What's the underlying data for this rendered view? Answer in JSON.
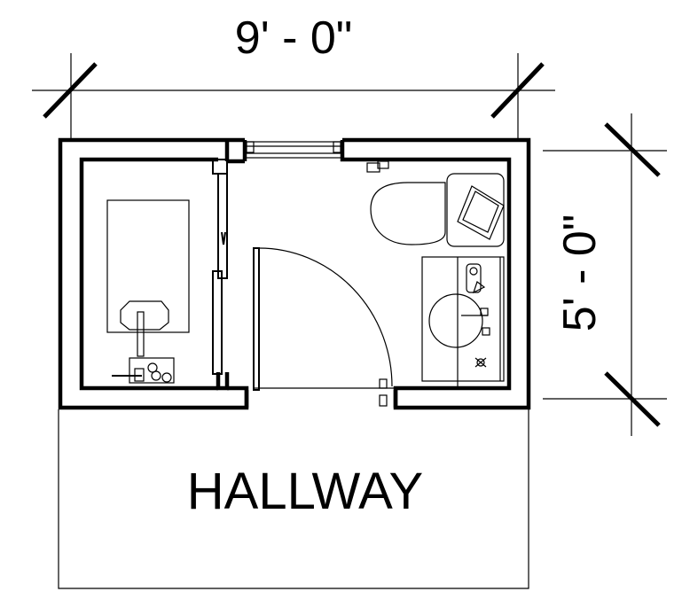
{
  "dimensions": {
    "width_label": "9' - 0\"",
    "depth_label": "5' - 0\""
  },
  "rooms": {
    "hallway_label": "HALLWAY"
  }
}
